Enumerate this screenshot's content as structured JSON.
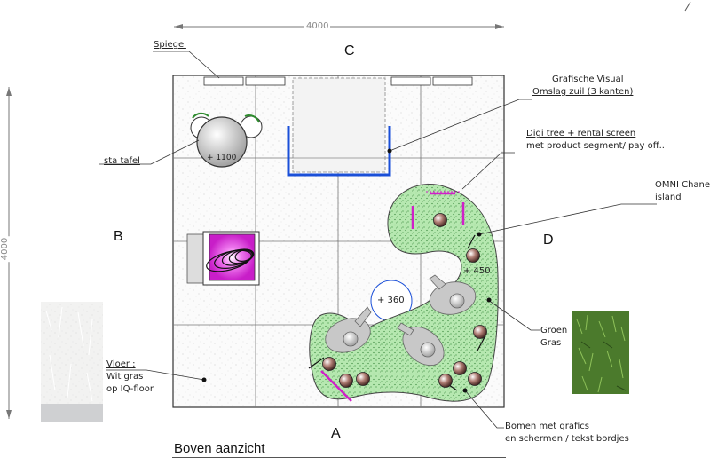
{
  "dimensions": {
    "top": "4000",
    "left": "4000"
  },
  "sides": {
    "a": "A",
    "b": "B",
    "c": "C",
    "d": "D"
  },
  "labels": {
    "spiegel": "Spiegel",
    "grafische_1": "Grafische Visual",
    "grafische_2": "Omslag zuil (3 kanten)",
    "digi_1": "Digi tree + rental screen",
    "digi_2": "met product segment/ pay off..",
    "omni_1": "OMNI Chanel",
    "omni_2": "island",
    "sta_tafel": "sta tafel",
    "groen_1": "Groen",
    "groen_2": "Gras",
    "vloer_1": "Vloer :",
    "vloer_2": "Wit gras",
    "vloer_3": "op IQ-floor",
    "bomen_1": "Bomen met grafics",
    "bomen_2": "en schermen / tekst bordjes"
  },
  "values": {
    "table_height": "+ 1100",
    "rotation": "+ 360",
    "island_height": "+ 450"
  },
  "title": "Boven aanzicht",
  "colors": {
    "green": "#8fd48a",
    "blue": "#1a4fd8",
    "magenta": "#d020c8",
    "column": "#e6e6e6"
  }
}
